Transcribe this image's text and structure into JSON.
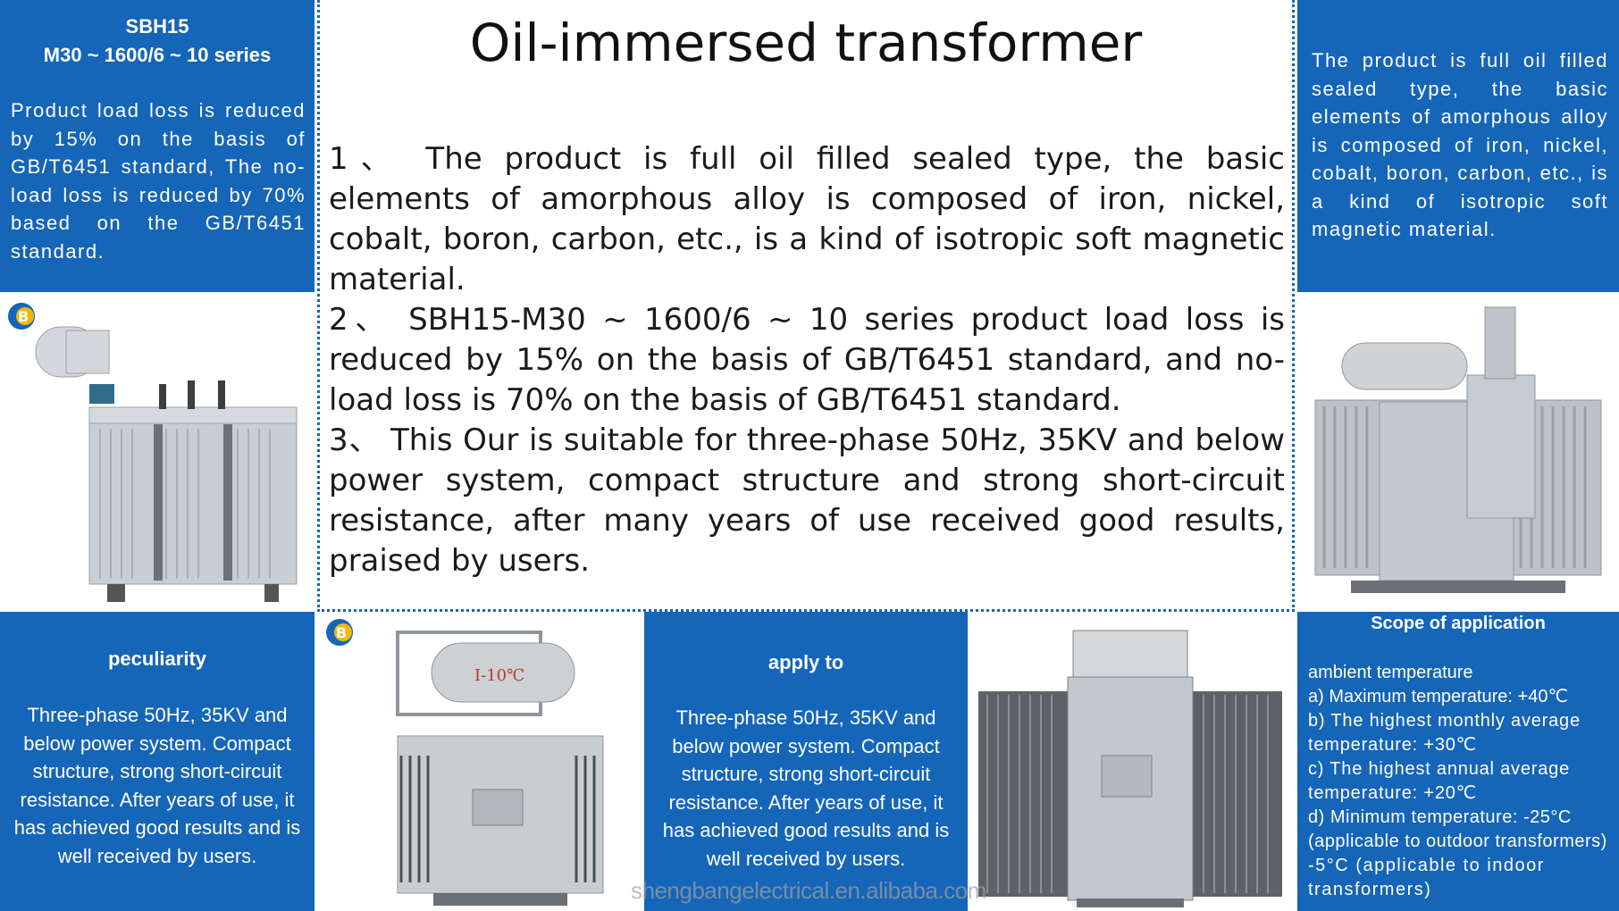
{
  "page": {
    "title": "Oil-immersed transformer",
    "watermark": "shengbangelectrical.en.alibaba.com"
  },
  "top_left": {
    "heading_line1": "SBH15",
    "heading_line2": "M30 ~ 1600/6 ~ 10 series",
    "text": "Product load loss is reduced by 15% on the basis of GB/T6451 standard,  The no-load loss is reduced by 70% based on the GB/T6451 standard."
  },
  "top_right": {
    "text": "The product is full oil filled sealed type, the basic elements of amorphous alloy is composed of iron, nickel, cobalt, boron, carbon, etc., is a kind of isotropic soft magnetic material."
  },
  "main": {
    "items": [
      "1、 The product is full oil filled sealed type, the basic elements of amorphous alloy is composed of iron, nickel, cobalt, boron, carbon, etc., is a kind of isotropic soft magnetic material.",
      "2、 SBH15-M30 ~ 1600/6 ~ 10 series product load loss is reduced by 15% on the basis of GB/T6451 standard, and no-load loss is 70% on the basis of GB/T6451 standard.",
      "3、 This Our is suitable for three-phase 50Hz, 35KV and below power system, compact structure and strong short-circuit resistance, after many years of use received good results, praised by users."
    ]
  },
  "peculiarity": {
    "heading": "peculiarity",
    "text": "Three-phase 50Hz, 35KV and below power system. Compact structure, strong short-circuit resistance. After years of use, it has achieved good results and is well received by users."
  },
  "apply_to": {
    "heading": "apply to",
    "text": "Three-phase 50Hz, 35KV and below power system. Compact structure, strong short-circuit resistance. After years of use, it has achieved good results and is well received by users."
  },
  "scope": {
    "heading": "Scope of application",
    "lines": [
      "ambient temperature",
      "a) Maximum temperature: +40℃",
      "b) The highest monthly average temperature: +30℃",
      "c) The highest annual average temperature: +20℃",
      "d) Minimum temperature: -25°C (applicable to outdoor transformers)",
      "-5°C (applicable to indoor transformers)"
    ]
  },
  "tank_label": "I-10℃",
  "colors": {
    "panel_blue": "#1565b8",
    "body_grey": "#c9ced2"
  }
}
